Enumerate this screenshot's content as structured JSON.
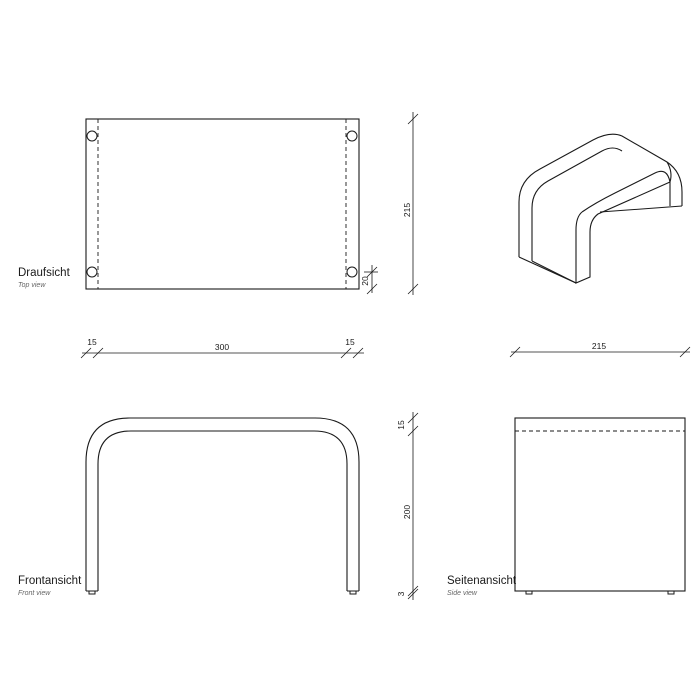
{
  "views": {
    "top": {
      "title": "Draufsicht",
      "subtitle": "Top view"
    },
    "front": {
      "title": "Frontansicht",
      "subtitle": "Front view"
    },
    "side": {
      "title": "Seitenansicht",
      "subtitle": "Side view"
    }
  },
  "dimensions": {
    "top_depth": "215",
    "top_hole_offset": "20",
    "width_left_edge": "15",
    "width_main": "300",
    "width_right_edge": "15",
    "iso_depth": "215",
    "front_top_thickness": "15",
    "front_leg_height": "200",
    "front_foot": "3"
  }
}
